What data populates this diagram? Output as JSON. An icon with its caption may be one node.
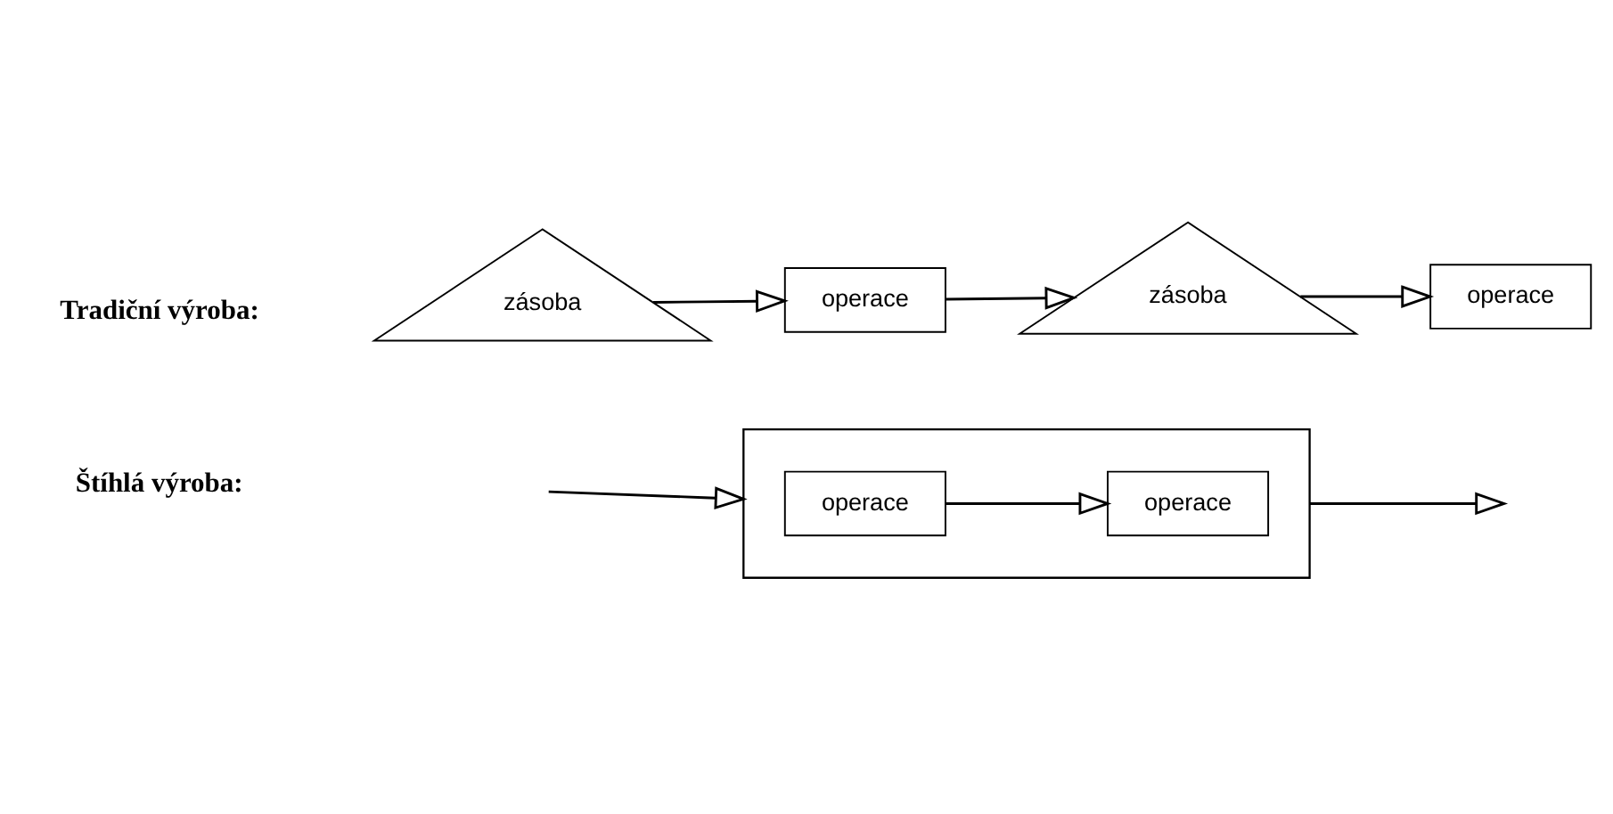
{
  "diagram": {
    "nodes": [
      {
        "text": [
          "zásoba"
        ]
      },
      {
        "text": [
          "operace"
        ]
      },
      {
        "text": [
          "zásoba"
        ]
      },
      {
        "text": [
          "operace"
        ]
      },
      {
        "text": [],
        "shape": "box"
      },
      {
        "text": [
          "operace"
        ],
        "in": 4
      },
      {
        "text": [
          "operace"
        ],
        "in": 4
      }
    ],
    "edges": [
      {
        "from": 0,
        "to": 1,
        "arrow": "to"
      },
      {
        "from": 1,
        "to": 2,
        "arrow": "to"
      },
      {
        "from": 2,
        "to": 3,
        "arrow": "to"
      },
      {
        "from": null,
        "to": 4,
        "arrow": "to"
      },
      {
        "from": 5,
        "to": 6,
        "arrow": "to"
      },
      {
        "from": 4,
        "to": null,
        "arrow": "to"
      }
    ],
    "labels": [
      "Tradiční výroba:",
      "Štíhlá výroba:"
    ]
  }
}
